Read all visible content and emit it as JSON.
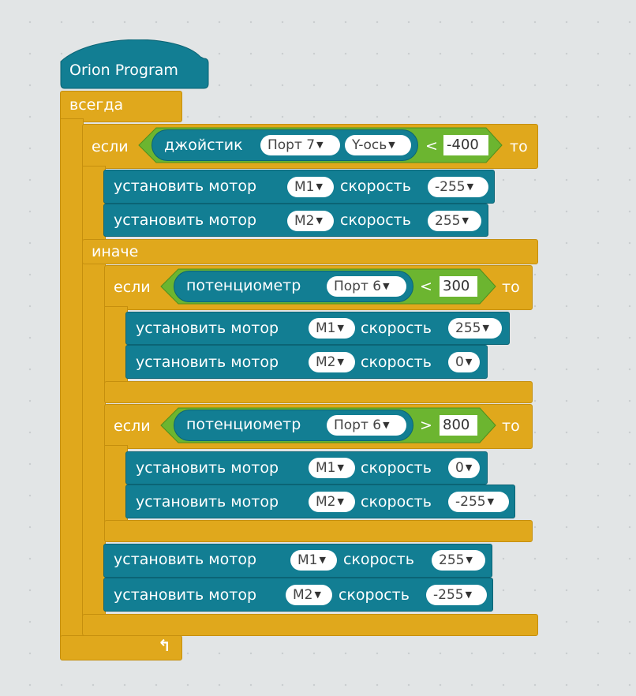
{
  "hat": {
    "label": "Orion Program"
  },
  "forever": {
    "label": "всегда"
  },
  "if1": {
    "if_label": "если",
    "then_label": "то",
    "else_label": "иначе",
    "sensor": "джойстик",
    "port": "Порт 7",
    "axis": "Y-ось",
    "op": "<",
    "value": "-400"
  },
  "if2": {
    "if_label": "если",
    "then_label": "то",
    "sensor": "потенциометр",
    "port": "Порт 6",
    "op": "<",
    "value": "300"
  },
  "if3": {
    "if_label": "если",
    "then_label": "то",
    "sensor": "потенциометр",
    "port": "Порт 6",
    "op": ">",
    "value": "800"
  },
  "motor_labels": {
    "set": "установить мотор",
    "speed": "скорость"
  },
  "motors": [
    {
      "motor": "M1",
      "speed": "-255"
    },
    {
      "motor": "M2",
      "speed": "255"
    },
    {
      "motor": "M1",
      "speed": "255"
    },
    {
      "motor": "M2",
      "speed": "0"
    },
    {
      "motor": "M1",
      "speed": "0"
    },
    {
      "motor": "M2",
      "speed": "-255"
    },
    {
      "motor": "M1",
      "speed": "255"
    },
    {
      "motor": "M2",
      "speed": "-255"
    }
  ],
  "icons": {
    "dropdown": "dropdown-arrow-icon",
    "repeat": "repeat-arrow-icon"
  }
}
